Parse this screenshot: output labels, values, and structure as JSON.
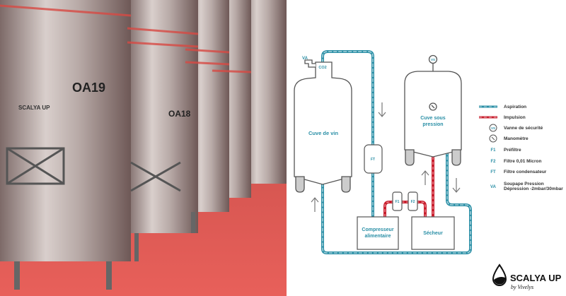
{
  "photo": {
    "tank_labels": [
      "OA19",
      "OA18"
    ],
    "tank_brand": "SCALYA UP"
  },
  "diagram": {
    "wine_tank": "Cuve de vin",
    "pressure_tank": [
      "Cuve sous",
      "pression"
    ],
    "compressor": [
      "Compresseur",
      "alimentaire"
    ],
    "dryer": "Sécheur",
    "tags": {
      "va": "VA",
      "co2": "CO2",
      "vs": "VS",
      "ft": "FT",
      "f1": "F1",
      "f2": "F2"
    },
    "colors": {
      "aspiration": "#2a8fa6",
      "impulsion": "#c8202f",
      "outline": "#555555"
    }
  },
  "legend": [
    {
      "key": "aspiration-line",
      "label": "Aspiration"
    },
    {
      "key": "impulsion-line",
      "label": "Impulsion"
    },
    {
      "key": "VS",
      "label": "Vanne de sécurité"
    },
    {
      "key": "manometer-icon",
      "label": "Manomètre"
    },
    {
      "key": "F1",
      "label": "Préfiltre"
    },
    {
      "key": "F2",
      "label": "Filtre 0,01 Micron"
    },
    {
      "key": "FT",
      "label": "Filtre condensateur"
    },
    {
      "key": "VA",
      "label": "Soupape Pression",
      "label2": "Dépression -2mbar/30mbar"
    }
  ],
  "logo": {
    "name": "SCALYA UP",
    "sub": "by Vivelys"
  }
}
